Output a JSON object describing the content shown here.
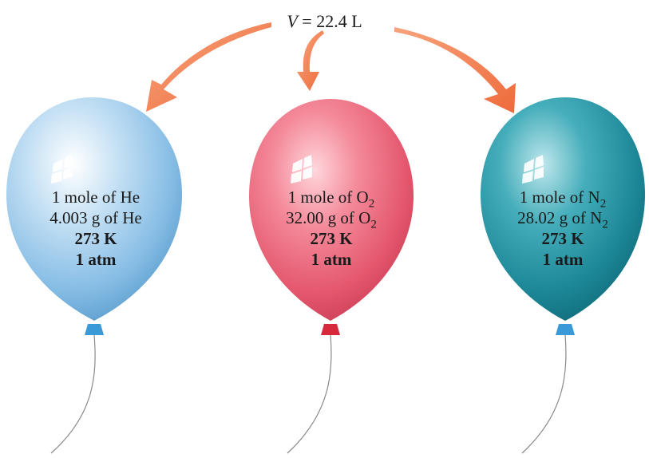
{
  "header": {
    "variable": "V",
    "equals": " = ",
    "value": "22.4 L"
  },
  "balloons": [
    {
      "color": "#8ec3e8",
      "line1_text": "1 mole of He",
      "line1_sub": "",
      "line2_text": "4.003 g of He",
      "line2_sub": "",
      "temperature": "273 K",
      "pressure": "1 atm"
    },
    {
      "color": "#e8586f",
      "line1_text": "1 mole of O",
      "line1_sub": "2",
      "line2_text": "32.00 g of O",
      "line2_sub": "2",
      "temperature": "273 K",
      "pressure": "1 atm"
    },
    {
      "color": "#1f8f9f",
      "line1_text": "1 mole of N",
      "line1_sub": "2",
      "line2_text": "28.02 g of N",
      "line2_sub": "2",
      "temperature": "273 K",
      "pressure": "1 atm"
    }
  ],
  "colors": {
    "arrow": "#f08050",
    "knot_blue": "#3a9ad8",
    "knot_red": "#d8283c",
    "string": "#8a8a8a"
  }
}
